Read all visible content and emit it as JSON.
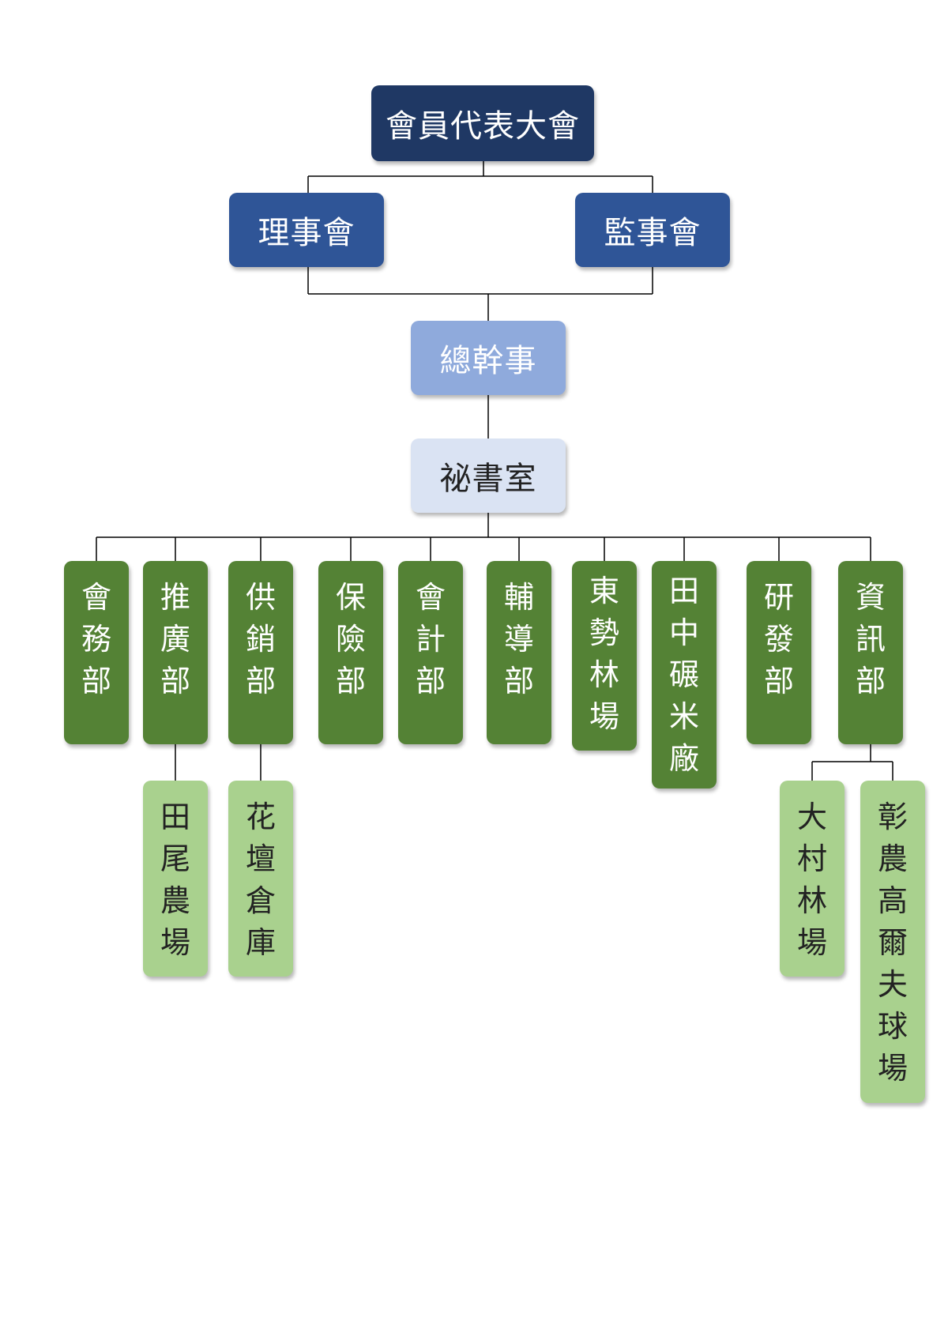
{
  "diagram": {
    "top": "會員代表大會",
    "boards": [
      "理事會",
      "監事會"
    ],
    "general_manager": "總幹事",
    "secretariat": "祕書室",
    "departments": [
      "會務部",
      "推廣部",
      "供銷部",
      "保險部",
      "會計部",
      "輔導部",
      "東勢林場",
      "田中碾米廠",
      "研發部",
      "資訊部"
    ],
    "sub_units": {
      "推廣部": [
        "田尾農場"
      ],
      "供銷部": [
        "花壇倉庫"
      ],
      "資訊部": [
        "大村林場",
        "彰農高爾夫球場"
      ]
    },
    "colors": {
      "top": "#1f3864",
      "board": "#2f5597",
      "general_manager": "#8faadc",
      "secretariat": "#dae3f3",
      "department": "#548235",
      "sub_unit": "#a9d18e",
      "line": "#000000"
    }
  }
}
